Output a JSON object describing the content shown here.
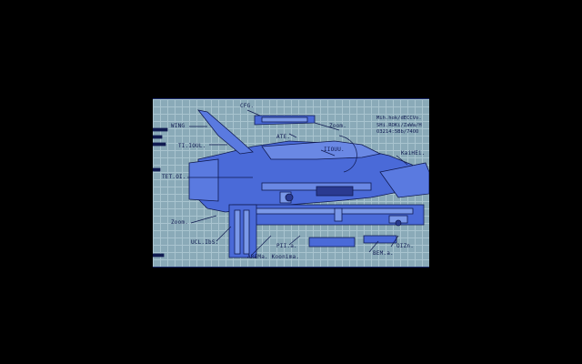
{
  "labels": {
    "wing": "WING",
    "cfg": "CFG.",
    "ate": "ATE.",
    "zoom_top": "Zoom.",
    "ti": "TI.IOUL.",
    "iiouu": "IIOUU.",
    "tet": "TET.OI.",
    "zoom_left": "Zoom.",
    "ucl": "UCL.IbS.",
    "pil": "PII.a.",
    "arema": "AREMa. Koonima.",
    "kaihei": "KaiHEi.",
    "oizn": "OIZn.",
    "bem": "BEM.a."
  },
  "credits": {
    "line1": "Mih.hok/dECCVo.",
    "line2": "SHi.ROKi/ZaWa/H",
    "line3": "O3214:5Bb/74OO"
  },
  "colors": {
    "background": "#000000",
    "paper": "#8aaab8",
    "grid": "#a9c4cf",
    "ink": "#101a50",
    "ship": "#4a6ad8",
    "ship_light": "#7a98e8"
  }
}
